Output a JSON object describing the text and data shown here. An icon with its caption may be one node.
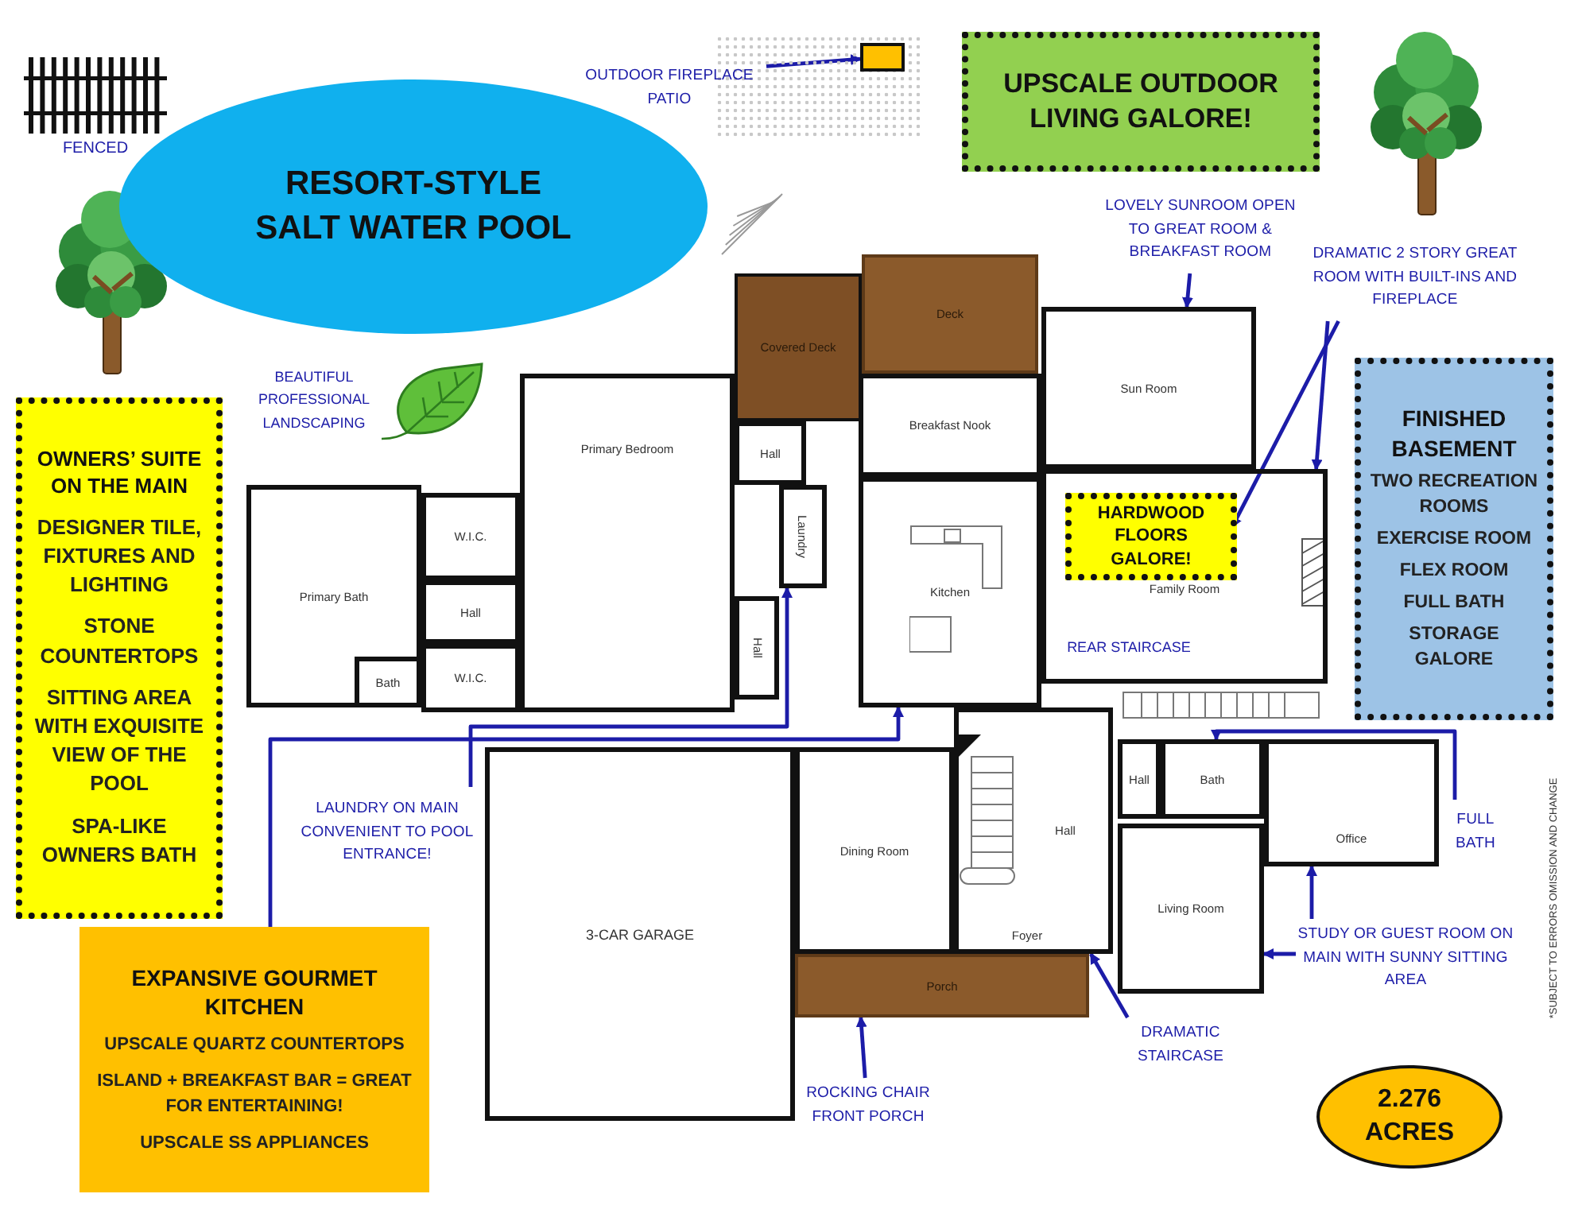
{
  "diagram": {
    "nodes": [
      {
        "text": [
          "OUTDOOR FIREPLACE PATIO"
        ]
      },
      {
        "text": [],
        "shape": "box"
      },
      {
        "text": [
          "UPSCALE OUTDOOR LIVING GALORE!"
        ]
      },
      {
        "text": [
          "RESORT-STYLE SALT WATER POOL"
        ]
      },
      {
        "text": [
          "Deck"
        ]
      },
      {
        "text": [
          "Covered Deck"
        ]
      },
      {
        "text": [
          "LOVELY SUNROOM OPEN TO GREAT ROOM & BREAKFAST ROOM"
        ]
      },
      {
        "text": [
          "DRAMATIC 2 STORY GREAT ROOM WITH BUILT-INS AND FIREPLACE"
        ]
      },
      {
        "text": [
          "OWNERS’ SUITE ON THE MAIN",
          "DESIGNER TILE, FIXTURES AND LIGHTING",
          "STONE COUNTERTOPS",
          "SITTING AREA WITH EXQUISITE VIEW OF THE POOL",
          "SPA-LIKE OWNERS BATH"
        ]
      },
      {
        "text": [
          "Sun Room"
        ]
      },
      {
        "text": [
          "Breakfast Nook"
        ]
      },
      {
        "text": [
          "Hall"
        ]
      },
      {
        "text": [
          "Laundry"
        ]
      },
      {
        "text": [
          "Primary Bedroom"
        ]
      },
      {
        "text": [
          "Primary Bath"
        ]
      },
      {
        "text": [
          "W.I.C."
        ]
      },
      {
        "text": [
          "Hall"
        ]
      },
      {
        "text": [
          "W.I.C."
        ]
      },
      {
        "text": [
          "Bath"
        ],
        "in": 14
      },
      {
        "text": [
          "Kitchen"
        ]
      },
      {
        "text": [
          "Family Room"
        ]
      },
      {
        "text": [
          "HARDWOOD FLOORS GALORE!"
        ],
        "in": 20
      },
      {
        "text": [
          "FINISHED BASEMENT",
          "TWO RECREATION ROOMS",
          "EXERCISE ROOM",
          "FLEX ROOM",
          "FULL BATH",
          "STORAGE GALORE"
        ]
      },
      {
        "text": [
          "Hall"
        ]
      },
      {
        "text": [
          "Hall"
        ]
      },
      {
        "text": [
          "Bath"
        ]
      },
      {
        "text": [
          "Office"
        ]
      },
      {
        "text": [
          "LAUNDRY ON MAIN CONVENIENT TO POOL ENTRANCE!"
        ]
      },
      {
        "text": [
          "Dining Room"
        ]
      },
      {
        "text": [
          "Hall"
        ]
      },
      {
        "text": [
          "Foyer"
        ],
        "in": 29
      },
      {
        "text": [
          "Living Room"
        ]
      },
      {
        "text": [
          "FULL BATH"
        ]
      },
      {
        "text": [
          "EXPANSIVE GOURMET KITCHEN",
          "UPSCALE QUARTZ COUNTERTOPS",
          "ISLAND + BREAKFAST BAR = GREAT FOR ENTERTAINING!",
          "UPSCALE SS APPLIANCES"
        ]
      },
      {
        "text": [
          "3-CAR GARAGE"
        ]
      },
      {
        "text": [
          "STUDY OR GUEST ROOM ON MAIN WITH SUNNY SITTING AREA"
        ]
      },
      {
        "text": [
          "Porch"
        ]
      },
      {
        "text": [
          "DRAMATIC STAIRCASE"
        ]
      },
      {
        "text": [
          "ROCKING CHAIR FRONT PORCH"
        ]
      },
      {
        "text": [
          "2.276 ACRES"
        ]
      }
    ],
    "edges": [
      {
        "from": 0,
        "to": 1,
        "arrow": "to"
      },
      {
        "from": 6,
        "to": 9,
        "arrow": "to"
      },
      {
        "from": 7,
        "to": 21,
        "arrow": "to"
      },
      {
        "from": 7,
        "to": 20,
        "arrow": "to"
      },
      {
        "from": 27,
        "to": 12,
        "arrow": "to"
      },
      {
        "from": 33,
        "to": 19,
        "arrow": "to"
      },
      {
        "from": 32,
        "to": 25,
        "arrow": "to"
      },
      {
        "from": 35,
        "to": 26,
        "arrow": "to"
      },
      {
        "from": 35,
        "to": 31,
        "arrow": "to"
      },
      {
        "from": 37,
        "to": 29,
        "arrow": "to"
      },
      {
        "from": 38,
        "to": 36,
        "arrow": "to"
      }
    ],
    "labels": [
      "FENCED",
      "BEAUTIFUL PROFESSIONAL LANDSCAPING",
      "REAR STAIRCASE",
      "*SUBJECT TO ERRORS OMISSION AND CHANGE"
    ]
  }
}
